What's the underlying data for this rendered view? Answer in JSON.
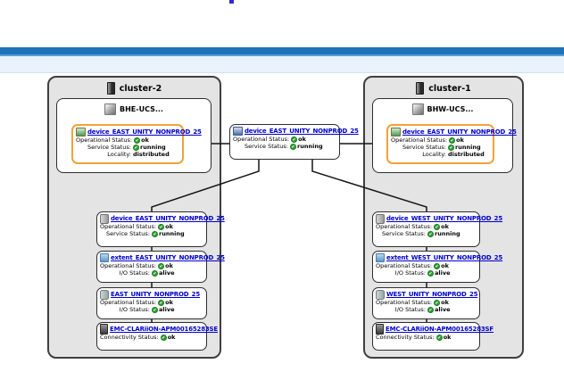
{
  "top": {
    "glyph": "cursor-caret-glyph"
  },
  "colors": {
    "accent_blue": "#1d74b9",
    "pale_band": "#e9f2fb",
    "highlight_orange": "#f1a23a",
    "status_green": "#2fa233",
    "link_blue": "#0000cc",
    "cluster_gray": "#e4e4e4"
  },
  "icons": {
    "cluster": "server-icon",
    "host": "host-server-icon",
    "virtual_volume": "virtual-volume-icon",
    "distributed_device": "distributed-device-icon",
    "device": "device-icon",
    "extent": "extent-icon",
    "volume": "volume-icon",
    "array": "storage-array-icon",
    "status_ok": "green-check-icon"
  },
  "central": {
    "name": "device_EAST_UNITY_NONPROD_25",
    "rows": [
      {
        "label": "Operational Status:",
        "value": "ok"
      },
      {
        "label": "Service Status:",
        "value": "running"
      }
    ]
  },
  "clusters": [
    {
      "title": "cluster-2",
      "host": {
        "title": "BHE-UCS..."
      },
      "top_device": {
        "name": "device_EAST_UNITY_NONPROD_25",
        "rows": [
          {
            "label": "Operational Status:",
            "value": "ok"
          },
          {
            "label": "Service Status:",
            "value": "running"
          },
          {
            "label": "Locality:",
            "value": "distributed"
          }
        ]
      },
      "chain": [
        {
          "name": "device_EAST_UNITY_NONPROD_25",
          "rows": [
            {
              "label": "Operational Status:",
              "value": "ok"
            },
            {
              "label": "Service Status:",
              "value": "running"
            }
          ]
        },
        {
          "name": "extent_EAST_UNITY_NONPROD_25",
          "rows": [
            {
              "label": "Operational Status:",
              "value": "ok"
            },
            {
              "label": "I/O Status:",
              "value": "alive"
            }
          ]
        },
        {
          "name": "EAST_UNITY_NONPROD_25",
          "rows": [
            {
              "label": "Operational Status:",
              "value": "ok"
            },
            {
              "label": "I/O Status:",
              "value": "alive"
            }
          ]
        },
        {
          "name": "EMC-CLARiiON-APM00165283SE",
          "rows": [
            {
              "label": "Connectivity Status:",
              "value": "ok"
            }
          ]
        }
      ]
    },
    {
      "title": "cluster-1",
      "host": {
        "title": "BHW-UCS..."
      },
      "top_device": {
        "name": "device_EAST_UNITY_NONPROD_25",
        "rows": [
          {
            "label": "Operational Status:",
            "value": "ok"
          },
          {
            "label": "Service Status:",
            "value": "running"
          },
          {
            "label": "Locality:",
            "value": "distributed"
          }
        ]
      },
      "chain": [
        {
          "name": "device_WEST_UNITY_NONPROD_25",
          "rows": [
            {
              "label": "Operational Status:",
              "value": "ok"
            },
            {
              "label": "Service Status:",
              "value": "running"
            }
          ]
        },
        {
          "name": "extent_WEST_UNITY_NONPROD_25",
          "rows": [
            {
              "label": "Operational Status:",
              "value": "ok"
            },
            {
              "label": "I/O Status:",
              "value": "alive"
            }
          ]
        },
        {
          "name": "WEST_UNITY_NONPROD_25",
          "rows": [
            {
              "label": "Operational Status:",
              "value": "ok"
            },
            {
              "label": "I/O Status:",
              "value": "alive"
            }
          ]
        },
        {
          "name": "EMC-CLARiiON-APM00165283SF",
          "rows": [
            {
              "label": "Connectivity Status:",
              "value": "ok"
            }
          ]
        }
      ]
    }
  ]
}
